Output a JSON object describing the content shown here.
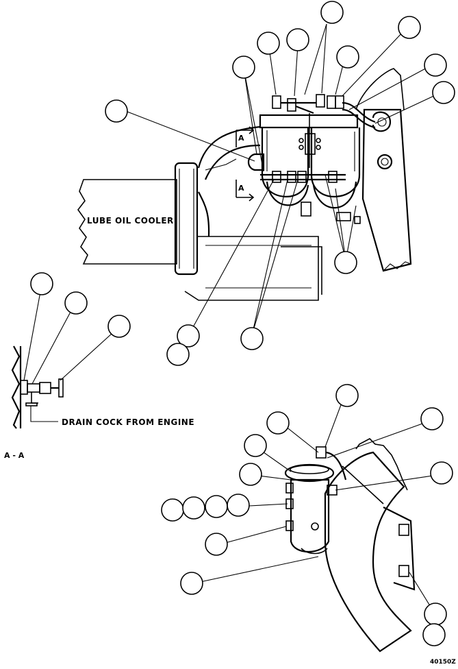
{
  "labels": {
    "lube_oil_cooler": "LUBE OIL COOLER",
    "drain_cock": "DRAIN COCK FROM ENGINE",
    "section_aa": "A - A",
    "section_arrow_upper": "A",
    "section_arrow_lower": "A",
    "figure_number": "40150Z"
  }
}
